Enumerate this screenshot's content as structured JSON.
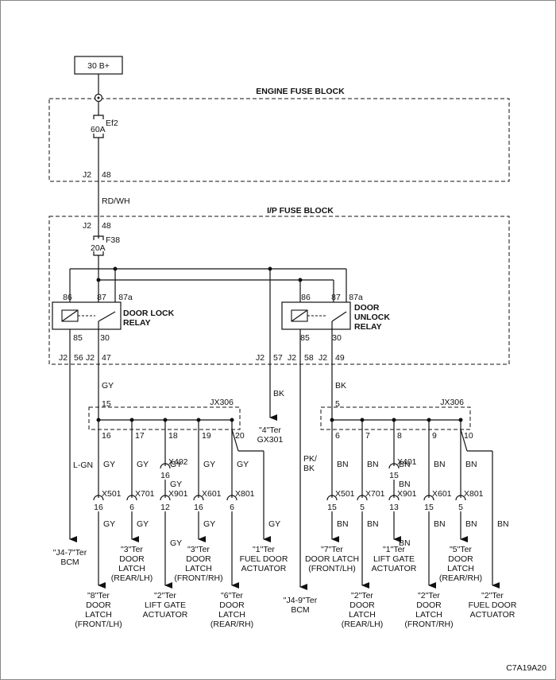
{
  "source_label": "30 B+",
  "blocks": {
    "engine_fuse_block": "ENGINE FUSE BLOCK",
    "ip_fuse_block": "I/P FUSE BLOCK"
  },
  "fuses": {
    "ef2": {
      "name": "Ef2",
      "rating": "60A"
    },
    "f38": {
      "name": "F38",
      "rating": "20A"
    }
  },
  "connector_pins": {
    "engine_out": {
      "conn": "J2",
      "pin": "48"
    },
    "ip_in": {
      "conn": "J2",
      "pin": "48"
    },
    "bottom_56": {
      "conn": "J2",
      "pin": "56"
    },
    "bottom_47": {
      "conn": "J2",
      "pin": "47"
    },
    "bottom_57": {
      "conn": "J2",
      "pin": "57"
    },
    "bottom_58": {
      "conn": "J2",
      "pin": "58"
    },
    "bottom_49": {
      "conn": "J2",
      "pin": "49"
    }
  },
  "wire_rdwh": "RD/WH",
  "relays": {
    "lock": {
      "line1": "DOOR LOCK",
      "line2": "RELAY",
      "p86": "86",
      "p87": "87",
      "p87a": "87a",
      "p85": "85",
      "p30": "30"
    },
    "unlock": {
      "line1": "DOOR",
      "line2": "UNLOCK",
      "line3": "RELAY",
      "p86": "86",
      "p87": "87",
      "p87a": "87a",
      "p85": "85",
      "p30": "30"
    }
  },
  "jx_left": {
    "name": "JX306",
    "in_pin": "15",
    "in_color": "GY",
    "outs": [
      {
        "pin": "16",
        "color": "GY",
        "conn": "X501",
        "cpin": "16",
        "color2": "GY",
        "dest": [
          "\"8\"Ter",
          "DOOR",
          "LATCH",
          "(FRONT/LH)"
        ]
      },
      {
        "pin": "17",
        "color": "GY",
        "conn": "X701",
        "cpin": "6",
        "color2": "GY",
        "dest": [
          "\"3\"Ter",
          "DOOR",
          "LATCH",
          "(REAR/LH)"
        ]
      },
      {
        "pin": "18",
        "color": "GY",
        "conn": "X402",
        "cpin": "16",
        "color_mid": "GY",
        "conn2": "X901",
        "cpin2": "12",
        "color2": "GY",
        "dest": [
          "\"2\"Ter",
          "LIFT GATE",
          "ACTUATOR"
        ]
      },
      {
        "pin": "19",
        "color": "GY",
        "conn": "X601",
        "cpin": "16",
        "color2": "GY",
        "dest": [
          "\"3\"Ter",
          "DOOR",
          "LATCH",
          "(FRONT/RH)"
        ]
      },
      {
        "pin": "20",
        "color": "GY",
        "conn": "X801",
        "cpin": "6",
        "dest": [
          "\"6\"Ter",
          "DOOR",
          "LATCH",
          "(REAR/RH)"
        ]
      },
      {
        "color": "GY",
        "dest": [
          "\"1\"Ter",
          "FUEL DOOR",
          "ACTUATOR"
        ]
      }
    ]
  },
  "jx_right": {
    "name": "JX306",
    "in_pin": "5",
    "in_color": "BK",
    "outs": [
      {
        "pin": "6",
        "color": "BN",
        "conn": "X501",
        "cpin": "15",
        "color2": "BN",
        "dest": [
          "\"7\"Ter",
          "DOOR LATCH",
          "(FRONT/LH)"
        ]
      },
      {
        "pin": "7",
        "color": "BN",
        "conn": "X701",
        "cpin": "5",
        "color2": "BN",
        "dest": [
          "\"2\"Ter",
          "DOOR",
          "LATCH",
          "(REAR/LH)"
        ]
      },
      {
        "pin": "8",
        "color": "BN",
        "conn": "X401",
        "cpin": "15",
        "color_mid": "BN",
        "conn2": "X901",
        "cpin2": "13",
        "color2": "BN",
        "dest": [
          "\"1\"Ter",
          "LIFT GATE",
          "ACTUATOR"
        ]
      },
      {
        "pin": "9",
        "color": "BN",
        "conn": "X601",
        "cpin": "15",
        "color2": "BN",
        "dest": [
          "\"2\"Ter",
          "DOOR",
          "LATCH",
          "(FRONT/RH)"
        ]
      },
      {
        "pin": "10",
        "color": "BN",
        "conn": "X801",
        "cpin": "5",
        "color2": "BN",
        "dest": [
          "\"5\"Ter",
          "DOOR",
          "LATCH",
          "(REAR/RH)"
        ]
      },
      {
        "color": "BN",
        "dest": [
          "\"2\"Ter",
          "FUEL DOOR",
          "ACTUATOR"
        ]
      }
    ]
  },
  "bcm_left": {
    "color": "L-GN",
    "dest": [
      "\"J4-7\"Ter",
      "BCM"
    ]
  },
  "gx301": {
    "color": "BK",
    "dest": [
      "\"4\"Ter",
      "GX301"
    ]
  },
  "bcm_right": {
    "color": "PK/",
    "color_b": "BK",
    "dest": [
      "\"J4-9\"Ter",
      "BCM"
    ]
  },
  "diagram_code": "C7A19A20"
}
